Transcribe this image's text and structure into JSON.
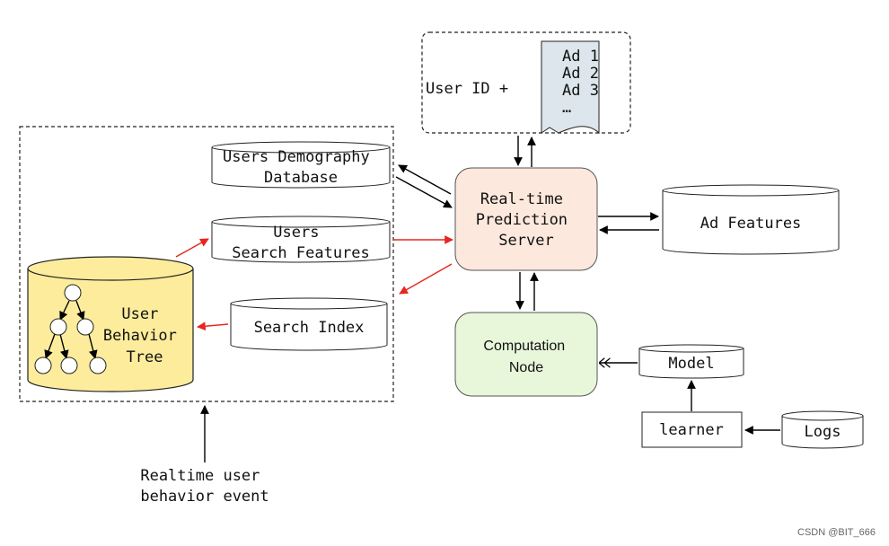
{
  "nodes": {
    "user_query": {
      "prefix": "User ID +",
      "ads": [
        "Ad 1",
        "Ad 2",
        "Ad 3",
        "…"
      ]
    },
    "users_demography": [
      "Users Demography",
      "Database"
    ],
    "users_search_features": [
      "Users",
      "Search Features"
    ],
    "search_index": [
      "Search Index"
    ],
    "user_behavior_tree": [
      "User",
      "Behavior",
      "Tree"
    ],
    "prediction_server": [
      "Real-time",
      "Prediction",
      "Server"
    ],
    "ad_features": [
      "Ad Features"
    ],
    "computation_node": [
      "Computation",
      "Node"
    ],
    "model": [
      "Model"
    ],
    "learner": [
      "learner"
    ],
    "logs": [
      "Logs"
    ],
    "realtime_event": [
      "Realtime user",
      "behavior event"
    ]
  },
  "colors": {
    "server_fill": "#fce8dc",
    "compute_fill": "#e8f6da",
    "tree_fill": "#fcec9c",
    "doc_fill": "#dde6ec",
    "red_arrow": "#e8251e"
  },
  "watermark": "CSDN @BIT_666"
}
